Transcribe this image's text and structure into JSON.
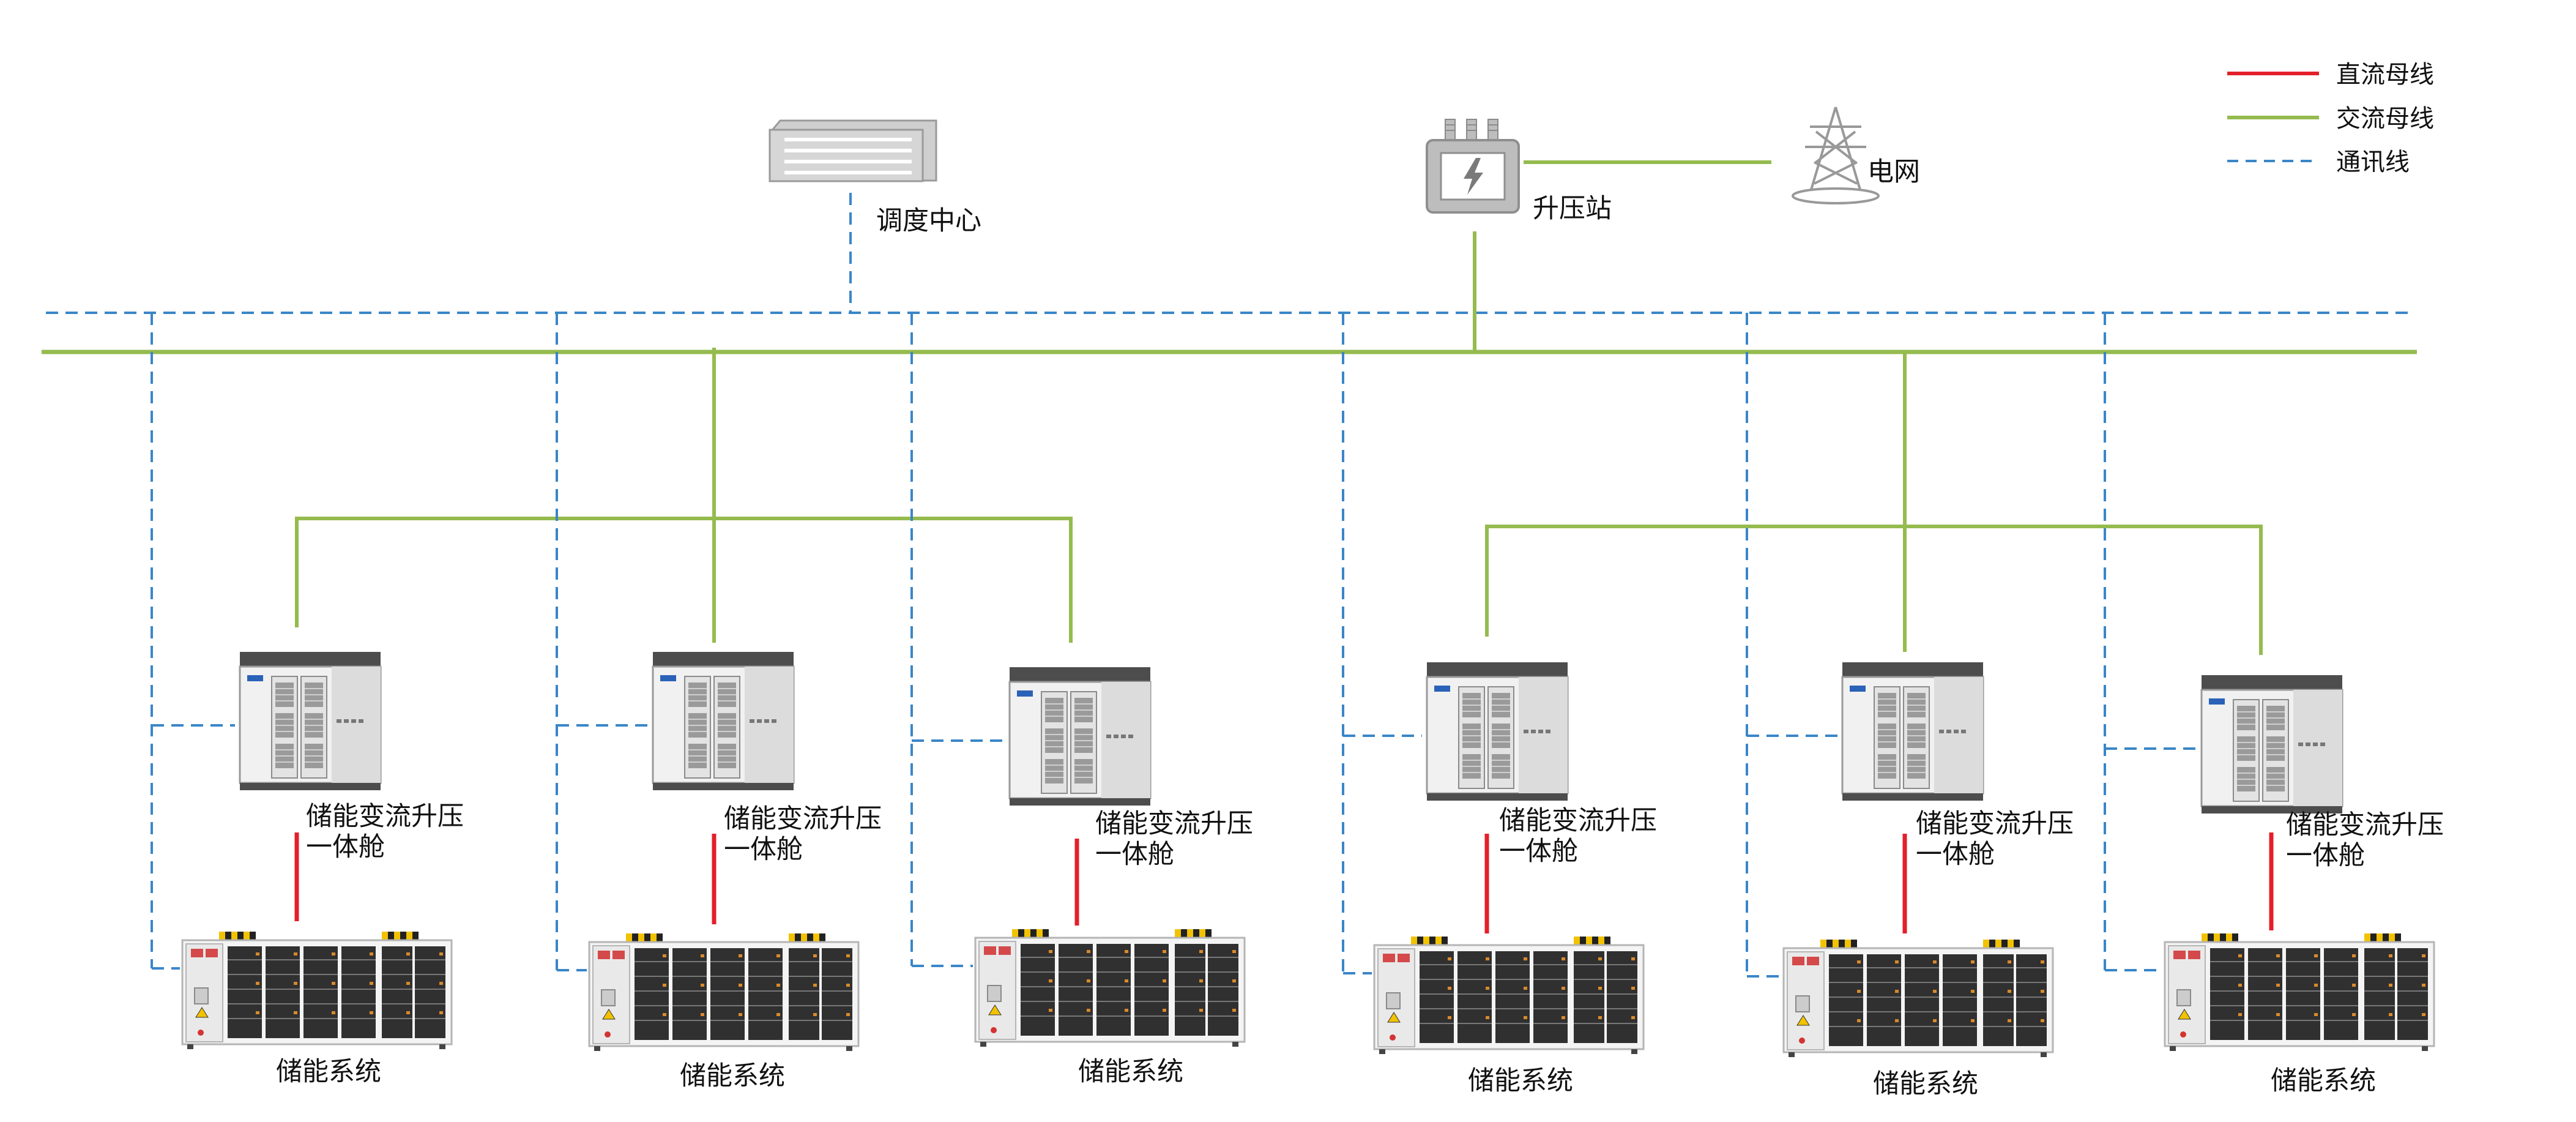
{
  "legend": {
    "dc_bus": "直流母线",
    "ac_bus": "交流母线",
    "comm_line": "通讯线"
  },
  "nodes": {
    "dispatch_center": "调度中心",
    "substation": "升压站",
    "grid": "电网"
  },
  "units": [
    {
      "pcs_line1": "储能变流升压",
      "pcs_line2": "一体舱",
      "storage": "储能系统"
    },
    {
      "pcs_line1": "储能变流升压",
      "pcs_line2": "一体舱",
      "storage": "储能系统"
    },
    {
      "pcs_line1": "储能变流升压",
      "pcs_line2": "一体舱",
      "storage": "储能系统"
    },
    {
      "pcs_line1": "储能变流升压",
      "pcs_line2": "一体舱",
      "storage": "储能系统"
    },
    {
      "pcs_line1": "储能变流升压",
      "pcs_line2": "一体舱",
      "storage": "储能系统"
    },
    {
      "pcs_line1": "储能变流升压",
      "pcs_line2": "一体舱",
      "storage": "储能系统"
    }
  ],
  "colors": {
    "dc_bus": "#e3202a",
    "ac_bus": "#95bb4f",
    "comm_line": "#3a86c8",
    "equipment_frame": "#5a5a5a",
    "equipment_body": "#ececec"
  },
  "icons": {
    "dispatch_center": "server-rack-icon",
    "substation": "transformer-icon",
    "grid": "transmission-tower-icon",
    "pcs": "inverter-cabinet-icon",
    "storage": "battery-rack-icon"
  }
}
